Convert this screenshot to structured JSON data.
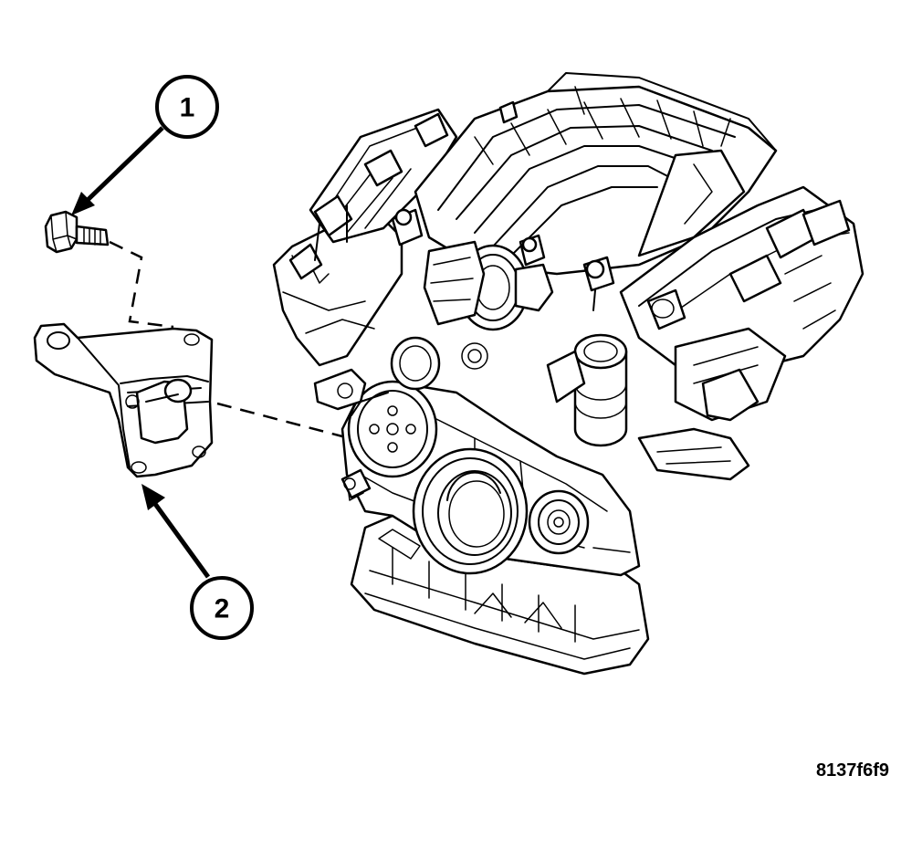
{
  "callouts": [
    {
      "label": "1",
      "part": "bolt"
    },
    {
      "label": "2",
      "part": "bracket"
    }
  ],
  "figure_id": "8137f6f9"
}
